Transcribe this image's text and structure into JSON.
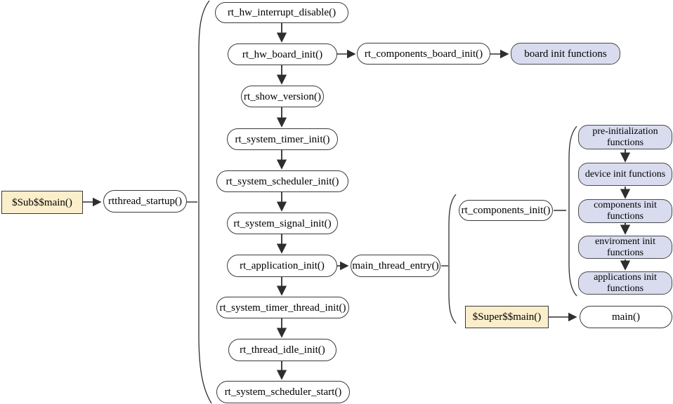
{
  "nodes": {
    "sub_main": "$Sub$$main()",
    "rtthread_startup": "rtthread_startup()",
    "hw_interrupt_disable": "rt_hw_interrupt_disable()",
    "hw_board_init": "rt_hw_board_init()",
    "components_board_init": "rt_components_board_init()",
    "board_init_functions": "board init functions",
    "show_version": "rt_show_version()",
    "system_timer_init": "rt_system_timer_init()",
    "system_scheduler_init": "rt_system_scheduler_init()",
    "system_signal_init": "rt_system_signal_init()",
    "application_init": "rt_application_init()",
    "main_thread_entry": "main_thread_entry()",
    "system_timer_thread_init": "rt_system_timer_thread_init()",
    "thread_idle_init": "rt_thread_idle_init()",
    "system_scheduler_start": "rt_system_scheduler_start()",
    "components_init": "rt_components_init()",
    "pre_initialization_functions": "pre-initialization\nfunctions",
    "device_init_functions": "device init functions",
    "components_init_functions": "components init\nfunctions",
    "enviroment_init_functions": "enviroment init\nfunctions",
    "applications_init_functions": "applications init\nfunctions",
    "super_main": "$Super$$main()",
    "main": "main()"
  },
  "colors": {
    "entry_point_fill": "#fbeecb",
    "function_group_fill": "#d9dcef",
    "node_border": "#3a3a3a",
    "connector": "#2e2e2e",
    "background": "#ffffff"
  }
}
